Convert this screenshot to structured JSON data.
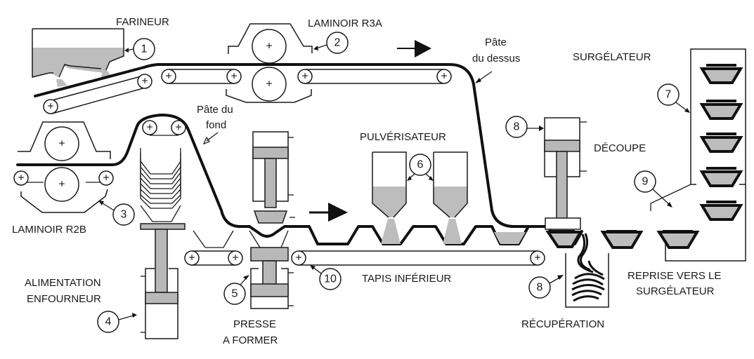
{
  "title": "Schéma de ligne de fabrication de pâte (fonds et dessus)",
  "labels": {
    "farineur": "FARINEUR",
    "laminoir_r3a": "LAMINOIR R3A",
    "pate_dessus_1": "Pâte",
    "pate_dessus_2": "du dessus",
    "surgelateur": "SURGÉLATEUR",
    "pate_fond_1": "Pâte du",
    "pate_fond_2": "fond",
    "pulverisateur": "PULVÉRISATEUR",
    "decoupe": "DÉCOUPE",
    "laminoir_r2b": "LAMINOIR R2B",
    "alimentation_1": "ALIMENTATION",
    "alimentation_2": "ENFOURNEUR",
    "presse_1": "PRESSE",
    "presse_2": "A FORMER",
    "tapis_inferieur": "TAPIS INFÉRIEUR",
    "recuperation": "RÉCUPÉRATION",
    "reprise_1": "REPRISE VERS LE",
    "reprise_2": "SURGÉLATEUR"
  },
  "callouts": {
    "c1": "1",
    "c2": "2",
    "c3": "3",
    "c4": "4",
    "c5": "5",
    "c6": "6",
    "c7": "7",
    "c8_top": "8",
    "c8_bottom": "8",
    "c9": "9",
    "c10": "10"
  },
  "roller_symbol": "+",
  "colors": {
    "line": "#1a1a1a",
    "fill": "#bdbdbd",
    "background": "#ffffff"
  }
}
